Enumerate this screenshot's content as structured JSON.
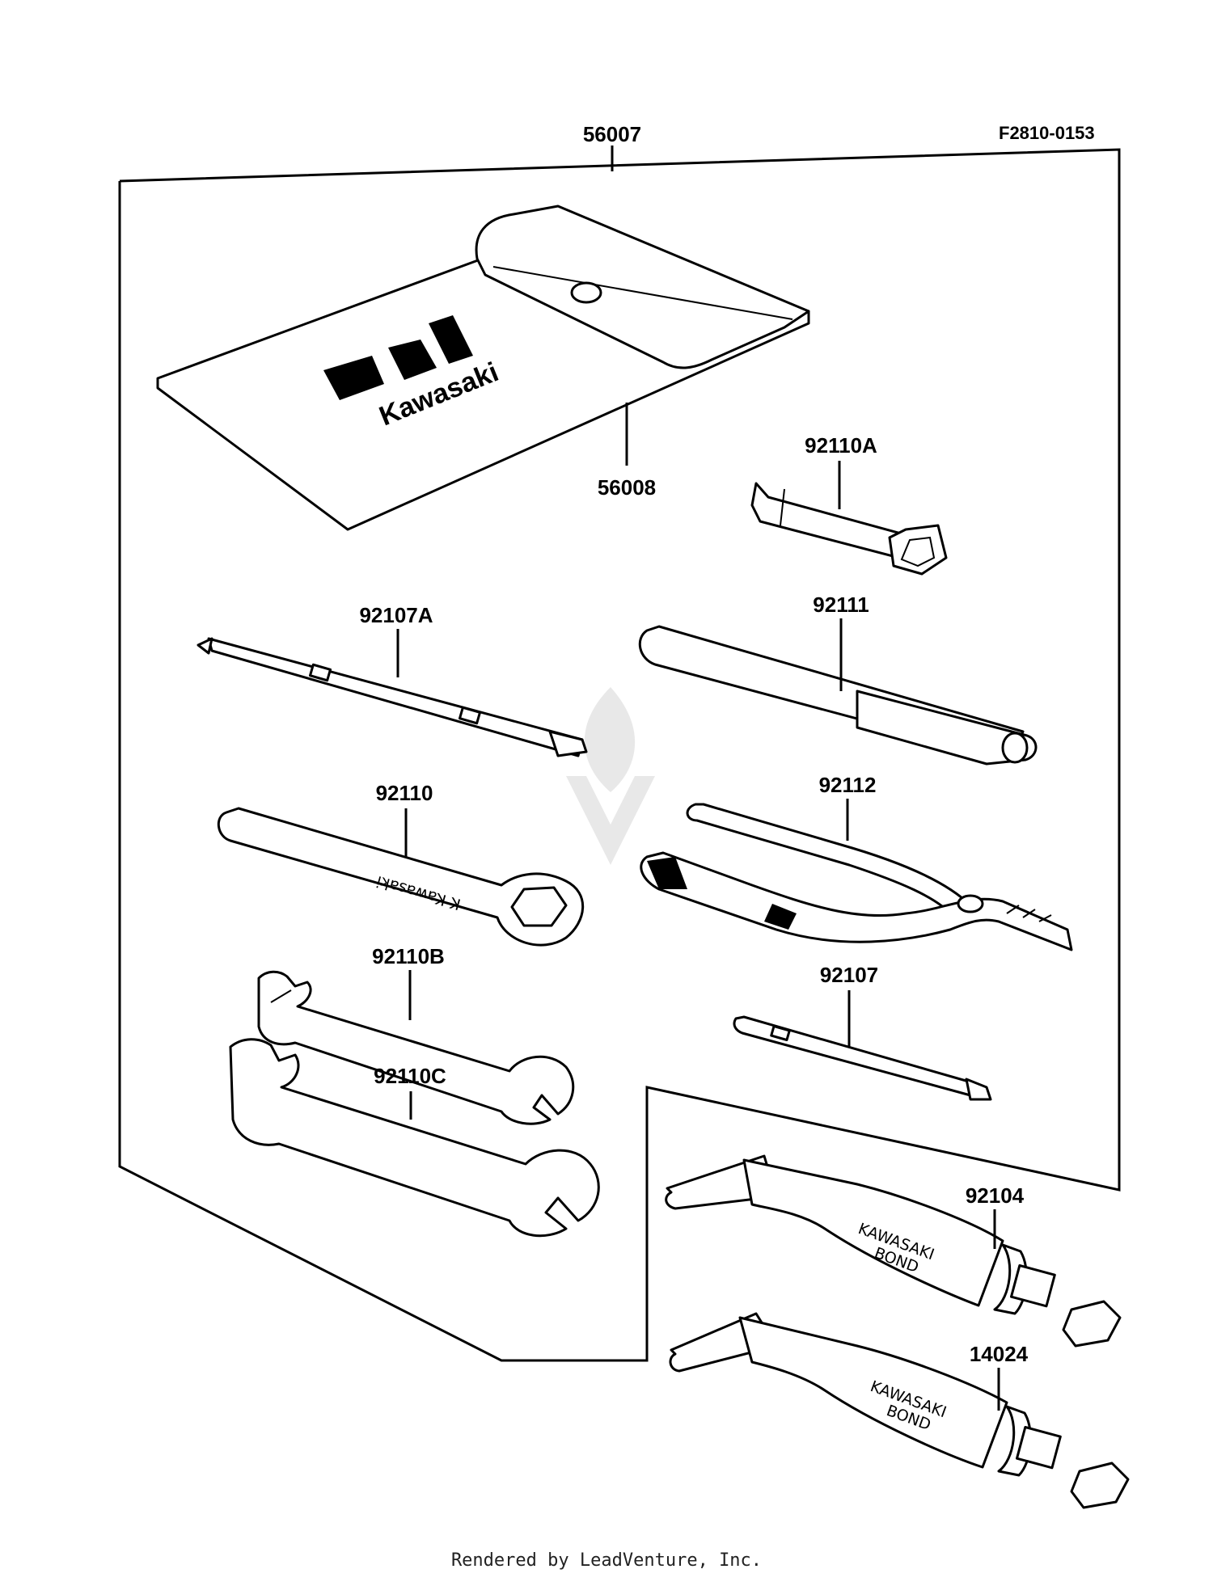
{
  "diagram": {
    "code": "F2810-0153",
    "parts": {
      "set": "56007",
      "pouch": "56008",
      "plug_wrench": "92110A",
      "screwdriver_combo": "92107A",
      "handle_bar": "92111",
      "box_wrench": "92110",
      "pliers": "92112",
      "open_wrench_small": "92110B",
      "open_wrench_large": "92110C",
      "screwdriver": "92107",
      "bond_tube_1": "92104",
      "bond_tube_2": "14024"
    },
    "pouch_logo": "Kawasaki",
    "tube_label_line1": "KAWASAKI",
    "tube_label_line2": "BOND",
    "wrench_engraving": "K Kawasaki"
  },
  "footer": {
    "text": "Rendered by LeadVenture, Inc."
  }
}
